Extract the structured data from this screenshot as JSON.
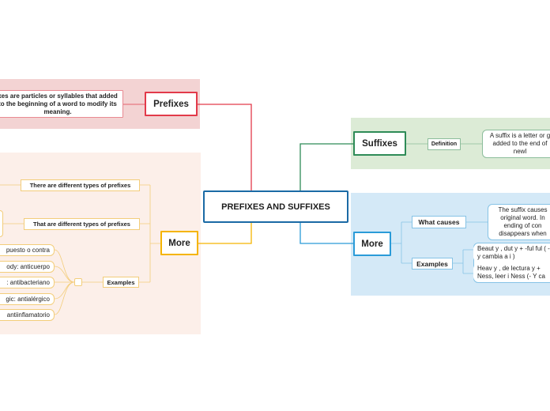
{
  "central": {
    "title": "PREFIXES AND SUFFIXES"
  },
  "prefixes_branch": {
    "label": "Prefixes",
    "definition": "xes are particles or syllables that added to the beginning of a word to modify its meaning."
  },
  "more_left": {
    "label": "More",
    "types_1": "There are different types of prefixes",
    "types_2": "That are different types of prefixes",
    "examples_label": "Examples",
    "examples": [
      "puesto o contra",
      "ody: anticuerpo",
      ": antibacteriano",
      "gic: antialérgico",
      "antiinflamatorio"
    ]
  },
  "suffixes_branch": {
    "label": "Suffixes",
    "definition_label": "Definition",
    "definition_text": "A suffix is a letter or g added to the end of newl"
  },
  "more_right": {
    "label": "More",
    "what_causes_label": "What causes",
    "what_causes_text": "The suffix causes original word. In ending of con disappears when",
    "examples_label": "Examples",
    "example_1": "Beaut y , dut y + -ful ful ( -y cambia a i )",
    "example_2": "Heav y , de lectura y + Ness, leer i Ness (- Y ca"
  },
  "colors": {
    "prefixes": "#e23a4a",
    "more_left": "#f5b400",
    "suffixes": "#2e8b57",
    "more_right": "#2a9bd8",
    "central": "#1b6aa5"
  }
}
